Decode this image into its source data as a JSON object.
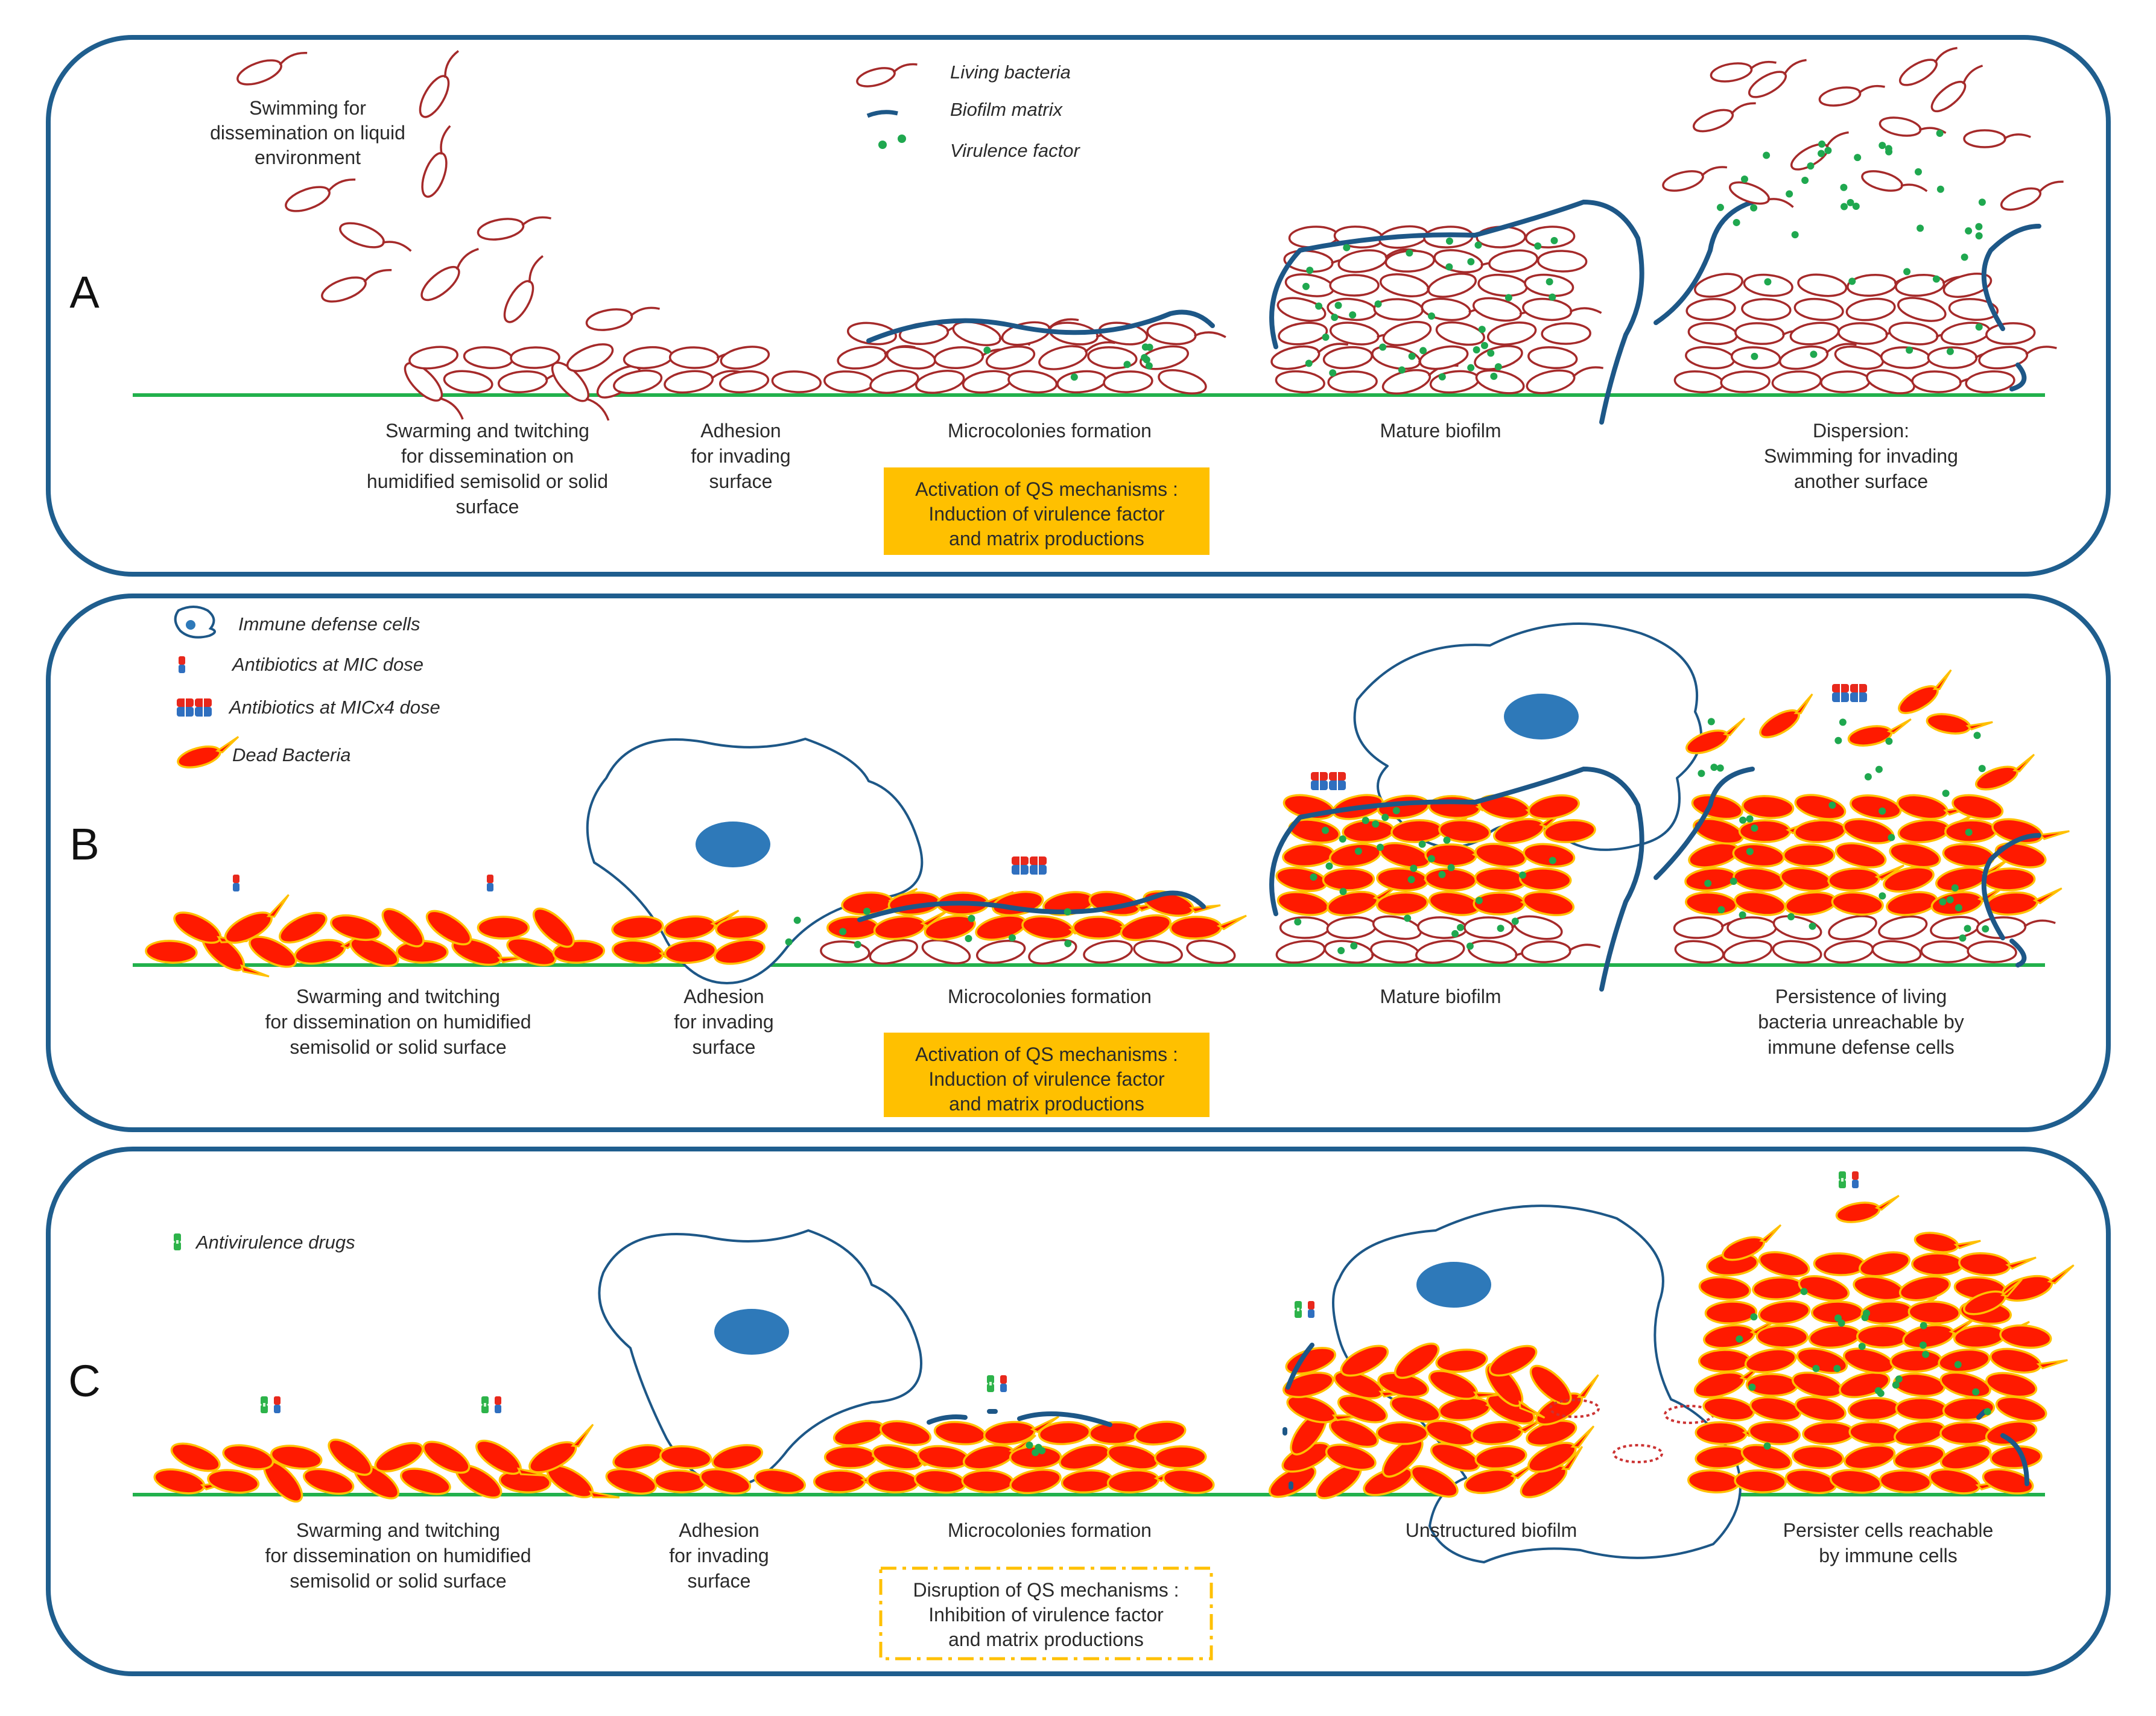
{
  "panels": [
    {
      "id": "A",
      "label": "A",
      "legend": [
        {
          "icon": "living-bacteria-icon",
          "text": "Living bacteria"
        },
        {
          "icon": "biofilm-matrix-icon",
          "text": "Biofilm matrix"
        },
        {
          "icon": "virulence-factor-icon",
          "text": "Virulence factor"
        }
      ],
      "swim_caption": [
        "Swimming for",
        "dissemination on liquid",
        "environment"
      ],
      "stages": [
        {
          "name": "swarming",
          "lines": [
            "Swarming and twitching",
            "for dissemination on",
            "humidified semisolid or solid",
            "surface"
          ]
        },
        {
          "name": "adhesion",
          "lines": [
            "Adhesion",
            "for invading",
            "surface"
          ]
        },
        {
          "name": "microcolonies",
          "lines": [
            "Microcolonies formation"
          ]
        },
        {
          "name": "mature",
          "lines": [
            "Mature biofilm"
          ]
        },
        {
          "name": "dispersion",
          "lines": [
            "Dispersion:",
            "Swimming for invading",
            "another surface"
          ]
        }
      ],
      "qs_box": {
        "style": "solid",
        "lines": [
          "Activation of QS mechanisms :",
          "Induction of virulence factor",
          "and matrix productions"
        ]
      }
    },
    {
      "id": "B",
      "label": "B",
      "legend": [
        {
          "icon": "immune-cell-icon",
          "text": "Immune defense cells"
        },
        {
          "icon": "antibiotic-mic-icon",
          "text": "Antibiotics  at MIC dose"
        },
        {
          "icon": "antibiotic-micx4-icon",
          "text": "Antibiotics  at MICx4 dose"
        },
        {
          "icon": "dead-bacteria-icon",
          "text": "Dead Bacteria"
        }
      ],
      "stages": [
        {
          "name": "swarming",
          "lines": [
            "Swarming and twitching",
            "for dissemination on humidified",
            "semisolid or solid surface"
          ]
        },
        {
          "name": "adhesion",
          "lines": [
            "Adhesion",
            "for invading",
            "surface"
          ]
        },
        {
          "name": "microcolonies",
          "lines": [
            "Microcolonies formation"
          ]
        },
        {
          "name": "mature",
          "lines": [
            "Mature biofilm"
          ]
        },
        {
          "name": "persistence",
          "lines": [
            "Persistence of living",
            "bacteria unreachable by",
            "immune defense cells"
          ]
        }
      ],
      "qs_box": {
        "style": "solid",
        "lines": [
          "Activation of QS mechanisms :",
          "Induction of virulence factor",
          "and matrix productions"
        ]
      }
    },
    {
      "id": "C",
      "label": "C",
      "legend": [
        {
          "icon": "antivirulence-drug-icon",
          "text": "Antivirulence drugs"
        }
      ],
      "stages": [
        {
          "name": "swarming",
          "lines": [
            "Swarming and twitching",
            "for dissemination on humidified",
            "semisolid or solid surface"
          ]
        },
        {
          "name": "adhesion",
          "lines": [
            "Adhesion",
            "for invading",
            "surface"
          ]
        },
        {
          "name": "microcolonies",
          "lines": [
            "Microcolonies formation"
          ]
        },
        {
          "name": "unstructured",
          "lines": [
            "Unstructured biofilm"
          ]
        },
        {
          "name": "persister",
          "lines": [
            "Persister cells reachable",
            "by immune cells"
          ]
        }
      ],
      "qs_box": {
        "style": "dashed",
        "lines": [
          "Disruption of QS mechanisms :",
          "Inhibition of virulence factor",
          "and matrix productions"
        ]
      }
    }
  ],
  "colors": {
    "frame": "#1f5e8e",
    "matrix": "#1d5787",
    "surface": "#22b14c",
    "bacteria_outline": "#a52a2a",
    "dead_fill": "#ff1a00",
    "dead_outline": "#ffc000",
    "virulence": "#1fa84f",
    "qs_box": "#ffc000",
    "nucleus": "#2e79b9",
    "drug_red": "#e8281c",
    "drug_blue": "#2f6fbf",
    "drug_green": "#2db34a"
  }
}
